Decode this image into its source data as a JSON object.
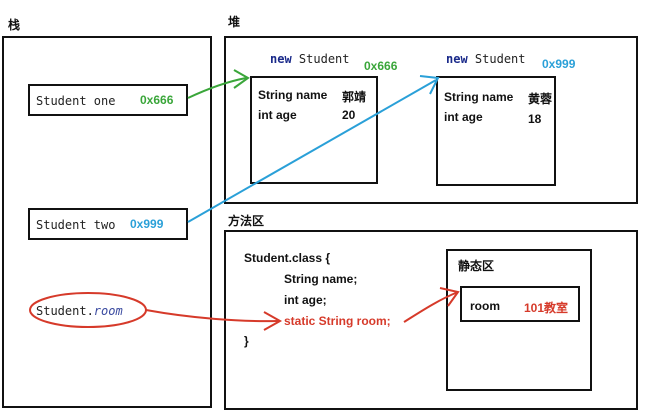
{
  "colors": {
    "green": "#3aa63a",
    "blue": "#2aa0d8",
    "red": "#d63a2a",
    "navy": "#1a2a8a",
    "purple": "#3a4aa0"
  },
  "regions": {
    "stack": "栈",
    "heap": "堆",
    "method_area": "方法区",
    "static_area": "静态区"
  },
  "stack": {
    "var_one": {
      "label": "Student one",
      "address": "0x666"
    },
    "var_two": {
      "label": "Student two",
      "address": "0x999"
    },
    "static_ref": {
      "class": "Student.",
      "field": "room"
    }
  },
  "heap": {
    "obj1": {
      "keyword": "new",
      "class": "Student",
      "address": "0x666",
      "fields": [
        {
          "name": "String name",
          "value": "郭靖"
        },
        {
          "name": "int age",
          "value": "20"
        }
      ]
    },
    "obj2": {
      "keyword": "new",
      "class": "Student",
      "address": "0x999",
      "fields": [
        {
          "name": "String name",
          "value": "黄蓉"
        },
        {
          "name": "int age",
          "value": "18"
        }
      ]
    }
  },
  "method_area": {
    "class_decl": "Student.class {",
    "lines": [
      "String name;",
      "int age;"
    ],
    "static_line": "static String room;",
    "close": "}"
  },
  "static_area": {
    "field": "room",
    "value": "101教室"
  }
}
